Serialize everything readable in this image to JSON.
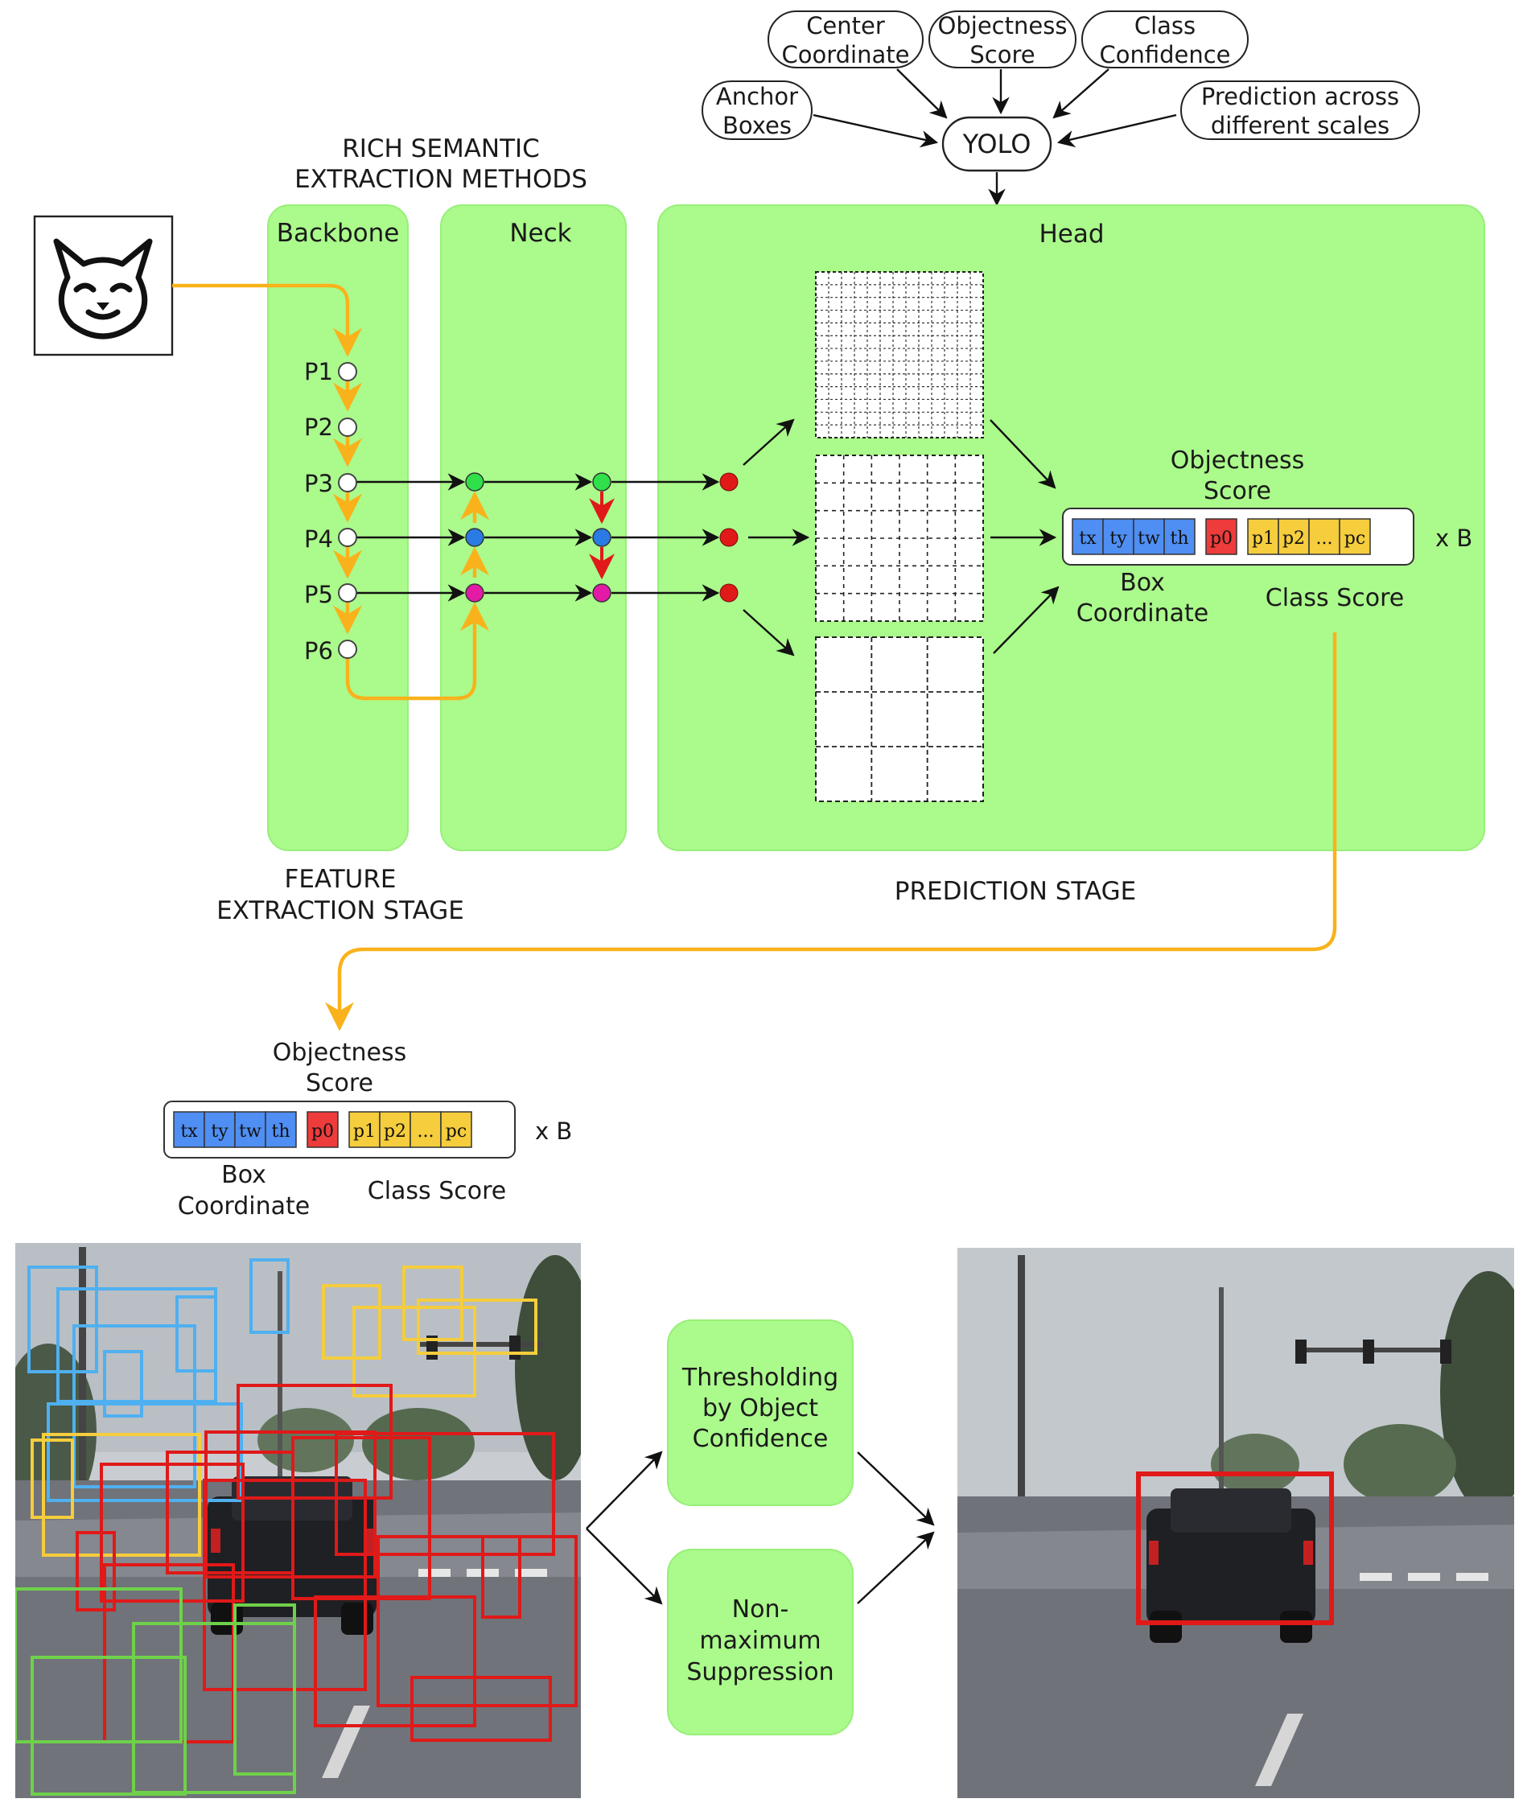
{
  "yolo": {
    "center": "YOLO",
    "factors": {
      "center_coordinate": [
        "Center",
        "Coordinate"
      ],
      "objectness_score": [
        "Objectness",
        "Score"
      ],
      "class_confidence": [
        "Class",
        "Confidence"
      ],
      "anchor_boxes": [
        "Anchor",
        "Boxes"
      ],
      "prediction_scales": [
        "Prediction across",
        "different scales"
      ]
    }
  },
  "rich_semantic": [
    "RICH SEMANTIC",
    "EXTRACTION METHODS"
  ],
  "panels": {
    "backbone": "Backbone",
    "neck": "Neck",
    "head": "Head"
  },
  "pyramid_levels": [
    "P1",
    "P2",
    "P3",
    "P4",
    "P5",
    "P6"
  ],
  "stages": {
    "feature": [
      "FEATURE",
      "EXTRACTION STAGE"
    ],
    "prediction": "PREDICTION STAGE"
  },
  "output_vector": {
    "objectness_label": [
      "Objectness",
      "Score"
    ],
    "box_label": [
      "Box",
      "Coordinate"
    ],
    "class_label": "Class Score",
    "multiplier": "x B",
    "box_cells": [
      "tx",
      "ty",
      "tw",
      "th"
    ],
    "objectness_cell": "p0",
    "class_cells": [
      "p1",
      "p2",
      "...",
      "pc"
    ]
  },
  "post_processing": {
    "thresholding": [
      "Thresholding",
      "by Object",
      "Confidence"
    ],
    "nms": [
      "Non-",
      "maximum",
      "Suppression"
    ]
  },
  "colors": {
    "panel_green": "#abfa8c",
    "orange_flow": "#f9b21b",
    "box_blue": "#4f8ef2",
    "objectness_red": "#ee3b3b",
    "class_yellow": "#f5cd3d",
    "node_green": "#2fe04a",
    "node_blue": "#2a7be4",
    "node_magenta": "#e31aa6",
    "head_red": "#e01919"
  }
}
